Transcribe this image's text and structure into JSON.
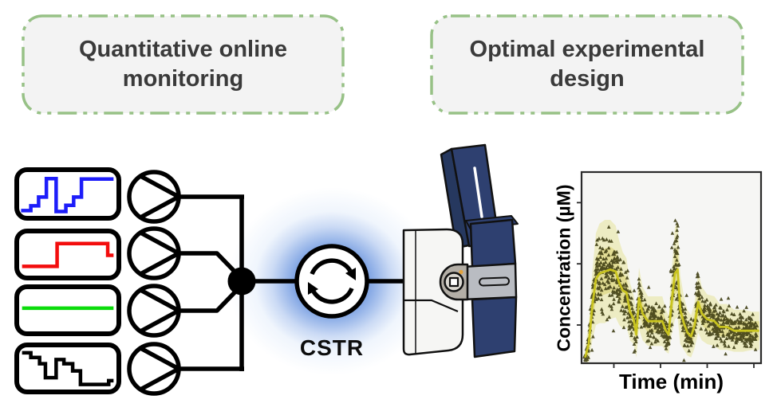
{
  "boxes": {
    "monitoring": {
      "line1": "Quantitative online",
      "line2": "monitoring"
    },
    "oed": {
      "line1": "Optimal experimental",
      "line2": "design"
    }
  },
  "cstr_label": "CSTR",
  "signals": {
    "blue": {
      "name": "stepped-input-profile",
      "color": "#1d1dfa",
      "points": [
        [
          2,
          88
        ],
        [
          12,
          88
        ],
        [
          12,
          77
        ],
        [
          20,
          77
        ],
        [
          20,
          57
        ],
        [
          28,
          57
        ],
        [
          28,
          15
        ],
        [
          38,
          15
        ],
        [
          38,
          90
        ],
        [
          48,
          90
        ],
        [
          48,
          76
        ],
        [
          56,
          76
        ],
        [
          56,
          57
        ],
        [
          64,
          57
        ],
        [
          64,
          16
        ],
        [
          97,
          16
        ]
      ]
    },
    "red": {
      "name": "step-input-profile",
      "color": "#f30d0d",
      "points": [
        [
          3,
          78
        ],
        [
          39,
          78
        ],
        [
          39,
          24
        ],
        [
          91,
          24
        ],
        [
          91,
          52
        ],
        [
          97,
          52
        ]
      ]
    },
    "green": {
      "name": "constant-input-profile",
      "color": "#0bdc0b",
      "points": [
        [
          3,
          45
        ],
        [
          97,
          45
        ]
      ]
    },
    "black": {
      "name": "descending-step-profile",
      "color": "#000000",
      "points": [
        [
          3,
          13
        ],
        [
          12,
          13
        ],
        [
          12,
          24
        ],
        [
          21,
          24
        ],
        [
          21,
          39
        ],
        [
          27,
          39
        ],
        [
          27,
          72
        ],
        [
          38,
          72
        ],
        [
          38,
          29
        ],
        [
          46,
          29
        ],
        [
          46,
          39
        ],
        [
          55,
          39
        ],
        [
          55,
          56
        ],
        [
          63,
          56
        ],
        [
          63,
          88
        ],
        [
          92,
          88
        ],
        [
          92,
          79
        ],
        [
          97,
          79
        ]
      ]
    }
  },
  "chart_data": {
    "type": "line",
    "title": "",
    "xlabel": "Time (min)",
    "ylabel": "Concentration (µM)",
    "legend": "none",
    "grid": false,
    "tick_labels_shown": false,
    "x_ticks_pct": [
      18,
      44,
      70,
      96
    ],
    "y_ticks_pct": [
      20,
      52,
      84
    ],
    "axis_units_pct": true,
    "x": [
      2,
      4,
      6,
      8,
      10,
      13,
      16,
      19,
      21,
      23,
      25,
      27,
      29,
      30.5,
      32,
      34,
      37,
      41,
      45,
      47,
      48.5,
      50,
      52,
      53.5,
      55,
      57,
      59,
      61,
      63,
      65,
      67,
      70,
      74,
      77,
      81,
      85,
      90,
      95,
      99
    ],
    "mean": [
      3,
      10,
      30,
      44,
      47,
      48,
      49,
      48,
      42,
      38,
      37,
      27,
      23,
      15,
      34,
      26,
      22,
      22,
      22,
      17,
      15,
      30,
      47,
      49,
      28,
      21,
      16,
      14,
      20,
      32,
      26,
      23,
      22,
      19,
      19,
      17,
      17,
      17,
      17
    ],
    "outer_hw": [
      6,
      10,
      18,
      24,
      26,
      27,
      26,
      24,
      22,
      20,
      18,
      15,
      13,
      12,
      16,
      14,
      13,
      13,
      13,
      11,
      10,
      16,
      24,
      25,
      18,
      14,
      12,
      11,
      12,
      16,
      14,
      13,
      13,
      12,
      12,
      11,
      11,
      10,
      10
    ],
    "inner_hw": [
      3,
      5,
      8,
      11,
      12,
      12,
      12,
      11,
      10,
      9,
      8,
      7,
      6,
      5,
      7,
      6,
      6,
      6,
      6,
      5,
      5,
      7,
      11,
      12,
      8,
      6,
      5,
      5,
      6,
      7,
      6,
      6,
      6,
      5,
      5,
      5,
      5,
      5,
      5
    ],
    "scatter_spikes": [
      {
        "x0": 8,
        "x1": 13,
        "extra": 22,
        "p": 0.35
      },
      {
        "x0": 29.5,
        "x1": 31.5,
        "extra": 9,
        "p": 0.5
      },
      {
        "x0": 49.5,
        "x1": 54,
        "extra": 33,
        "p": 0.55
      },
      {
        "x0": 63.5,
        "x1": 66.5,
        "extra": 17,
        "p": 0.5
      }
    ],
    "scatter_count": 950,
    "series": [
      {
        "name": "posterior mean",
        "style": "line",
        "color": "#c9c41f"
      },
      {
        "name": "inner credible band",
        "style": "band",
        "color": "#e2dc92"
      },
      {
        "name": "outer credible band",
        "style": "band",
        "color": "#ecebc0"
      },
      {
        "name": "online measurements",
        "style": "scatter-triangle",
        "color": "#3b3a10"
      }
    ]
  },
  "colors": {
    "header_border_green": "#97c186",
    "header_fill": "#f3f3f3",
    "header_text": "#3a3a3a",
    "glow_blue": "#3f71cd",
    "instrument_blue": "#2e4070",
    "instrument_blue_dark": "#26385f",
    "instrument_gray_band": "#b9bcc2",
    "instrument_port_gray": "#b3aea6",
    "instrument_port_inner": "#dbd8d1",
    "instrument_orange_dot": "#e2a23c",
    "panel_bg": "#f6f6f4",
    "line_black": "#000000"
  }
}
